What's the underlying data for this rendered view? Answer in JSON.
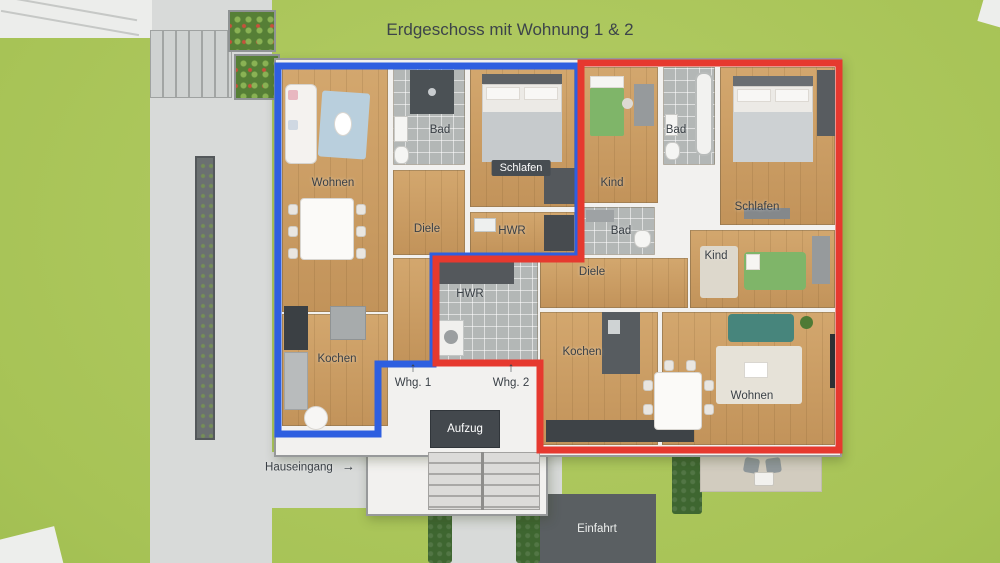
{
  "title": "Erdgeschoss mit Wohnung 1 & 2",
  "apartment1": {
    "label": "Whg. 1",
    "direction_arrow": "↑",
    "outline_color": "#2e5fe0",
    "rooms": {
      "wohnen": "Wohnen",
      "bad": "Bad",
      "schlafen": "Schlafen",
      "diele": "Diele",
      "hwr": "HWR",
      "kochen": "Kochen"
    }
  },
  "apartment2": {
    "label": "Whg. 2",
    "direction_arrow": "↑",
    "outline_color": "#e6392f",
    "rooms": {
      "kind1": "Kind",
      "bad1": "Bad",
      "schlafen": "Schlafen",
      "bad2": "Bad",
      "kind2": "Kind",
      "diele": "Diele",
      "hwr": "HWR",
      "kochen": "Kochen",
      "wohnen": "Wohnen"
    }
  },
  "annotations": {
    "entrance_label": "Hauseingang",
    "entrance_arrow": "→",
    "elevator_label": "Aufzug",
    "driveway_label": "Einfahrt"
  },
  "palette": {
    "grass": "#a6c254",
    "pavement": "#d8dad9",
    "wood_floor": "#cb9d63",
    "tile_floor": "#b4b8b7",
    "wall": "#f2f1ef"
  }
}
